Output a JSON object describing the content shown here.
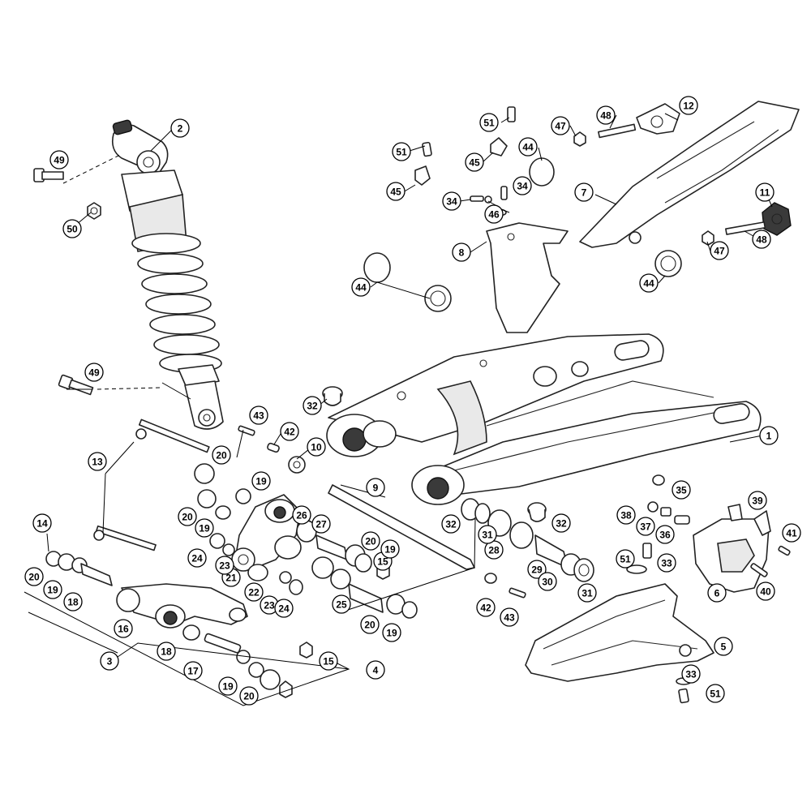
{
  "callouts": [
    "1",
    "2",
    "3",
    "4",
    "5",
    "6",
    "7",
    "8",
    "9",
    "10",
    "11",
    "12",
    "13",
    "14",
    "15",
    "16",
    "17",
    "18",
    "19",
    "20",
    "21",
    "22",
    "23",
    "24",
    "25",
    "26",
    "27",
    "28",
    "29",
    "30",
    "31",
    "32",
    "33",
    "34",
    "35",
    "36",
    "37",
    "38",
    "39",
    "40",
    "41",
    "42",
    "43",
    "44",
    "45",
    "46",
    "47",
    "48",
    "49",
    "50",
    "51"
  ],
  "colors": {
    "line": "#222222",
    "fill": "#ffffff",
    "shade": "#e9e9e9"
  }
}
